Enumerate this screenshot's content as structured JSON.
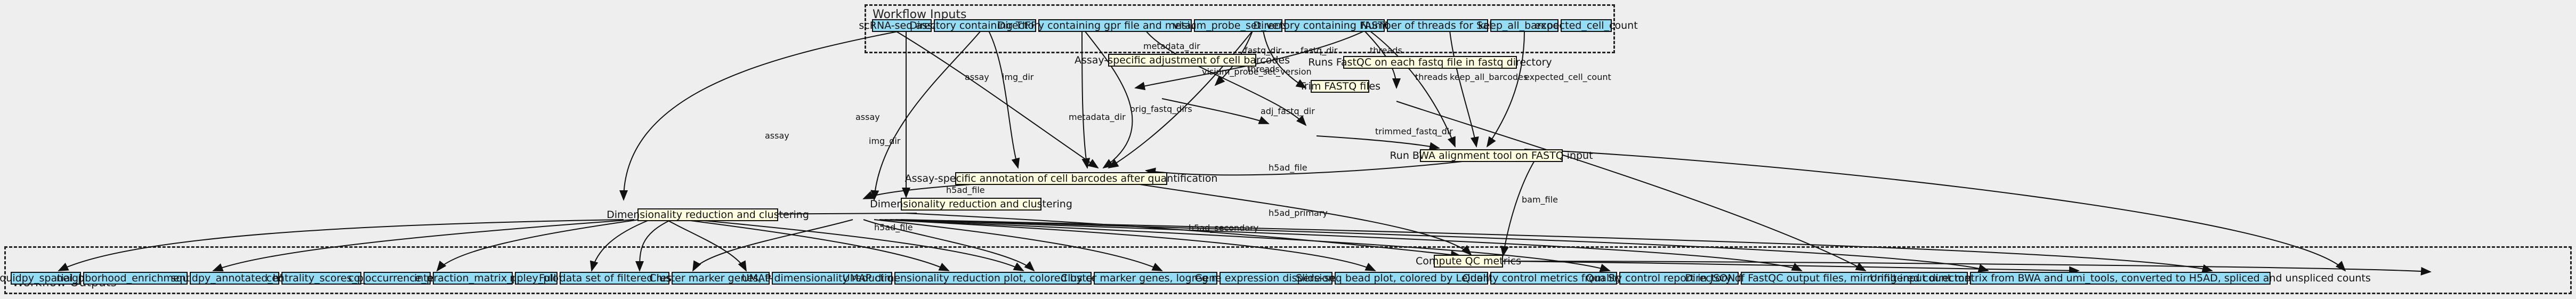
{
  "inputs_title": "Workflow Inputs",
  "outputs_title": "Workflow Outputs",
  "inputs": {
    "assay": "scRNA-seq assay",
    "tiff_dir": "Directory containing TIFF files",
    "gpr_dir": "Directory containing gpr file and metadata.tsv",
    "visium_version": "visium_probe_set_version",
    "fastq_dir": "Directory containing FASTQ files",
    "threads": "Number of threads for Salmon",
    "keep_all_barcodes": "keep_all_barcodes",
    "expected_cell_count": "expected_cell_count"
  },
  "steps": {
    "adjust": "Assay-specific adjustment of cell barcodes",
    "fastqc": "Runs FastQC on each fastq file in fastq directory",
    "trim": "Trim FASTQ files",
    "bwa": "Run BWA alignment tool on FASTQ input",
    "annot": "Assay-specific annotation of cell barcodes after quantification",
    "dimred1": "Dimensionality reduction and clustering",
    "dimred2": "Dimensionality reduction and clustering",
    "qc": "Compute QC metrics"
  },
  "outputs": {
    "squidpy_spatial": "squidpy_spatial_plot",
    "neighborhood": "neighborhood_enrichment_plot",
    "squidpy_h5ad": "squidpy_annotated_h5ad",
    "centrality": "centrality_scores_plot",
    "cooccurrence": "co_occurrence_plot",
    "interaction": "interaction_matrix_plot",
    "ripley": "ripley_plot",
    "full_data": "Full data set of filtered results",
    "marker_ttest": "Cluster marker genes, t-test",
    "umap": "UMAP dimensionality reduction plot",
    "umap_density": "UMAP dimensionality reduction plot, colored by cell density",
    "marker_logreg": "Cluster marker genes, logreg method",
    "dispersion": "Gene expression dispersion plot",
    "slideseq": "Slide-seq bead plot, colored by Leiden cluster",
    "qc_scanpy": "Quality control metrics from Scanpy",
    "qc_json": "Quality control report in JSON format",
    "fastqc_dir": "Directory of FastQC output files, mirroring input directory structure",
    "unfiltered": "Unfiltered count matrix from BWA and umi_tools, converted to H5AD, spliced and unspliced counts"
  },
  "edge_labels": {
    "assay_dimred1": "assay",
    "assay_dimred2": "assay",
    "assay_annot": "assay",
    "img_dir": "img_dir",
    "img_dir2": "img_dir",
    "metadata_dir": "metadata_dir",
    "metadata_dir2": "metadata_dir",
    "metadata_dir3": "metadata_dir",
    "orig_fastq_dirs": "orig_fastq_dirs",
    "fastq_dir": "fastq_dir",
    "fastq_dir2": "fastq_dir",
    "visium": "visium_probe_set_version",
    "threads": "threads",
    "threads2": "threads",
    "threads3": "threads",
    "adj_fastq_dir": "adj_fastq_dir",
    "trimmed_fastq_dir": "trimmed_fastq_dir",
    "keep_all_barcodes": "keep_all_barcodes",
    "expected_cell_count": "expected_cell_count",
    "h5ad_file": "h5ad_file",
    "bam_file": "bam_file",
    "h5ad_file2": "h5ad_file",
    "h5ad_primary": "h5ad_primary",
    "h5ad_secondary": "h5ad_secondary",
    "h5ad_file3": "h5ad_file"
  }
}
